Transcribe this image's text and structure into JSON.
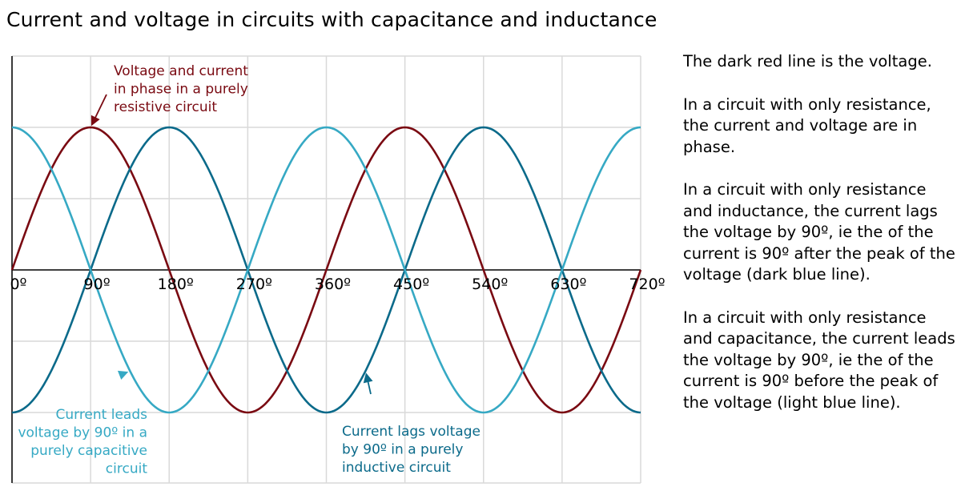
{
  "title": "Current and voltage in circuits with capacitance and inductance",
  "colors": {
    "voltage": "#7a0a12",
    "current_lag": "#0b6a8a",
    "current_lead": "#36a9c4",
    "grid": "#d9d9d9",
    "axis": "#000000"
  },
  "chart_data": {
    "type": "line",
    "title": "",
    "xlabel": "",
    "ylabel": "",
    "xlim": [
      0,
      720
    ],
    "ylim": [
      -1,
      1
    ],
    "grid": true,
    "x_ticks": [
      0,
      90,
      180,
      270,
      360,
      450,
      540,
      630,
      720
    ],
    "x_tick_labels": [
      "0º",
      "90º",
      "180º",
      "270º",
      "360º",
      "450º",
      "540º",
      "630º",
      "720º"
    ],
    "series": [
      {
        "key": "voltage",
        "function": "sin(x)",
        "phase_shift_deg": 0
      },
      {
        "key": "current_lag",
        "function": "sin(x - 90°)",
        "phase_shift_deg": -90
      },
      {
        "key": "current_lead",
        "function": "sin(x + 90°)",
        "phase_shift_deg": 90
      }
    ],
    "annotations": [
      {
        "key": "voltage",
        "lines": [
          "Voltage and current",
          "in phase in a purely",
          "resistive circuit"
        ],
        "points_to": [
          90,
          1
        ]
      },
      {
        "key": "current_lead",
        "lines": [
          "Current leads",
          "voltage by 90º in a",
          "purely capacitive",
          "circuit"
        ],
        "points_to": [
          135,
          -0.71
        ]
      },
      {
        "key": "current_lag",
        "lines": [
          "Current lags voltage",
          "by 90º in a purely",
          "inductive circuit"
        ],
        "points_to": [
          405,
          -0.71
        ]
      }
    ]
  },
  "explanation": [
    "The dark red line is the voltage.",
    "In a circuit with only resistance, the current and voltage are in phase.",
    "In a circuit with only resistance and inductance, the current lags the voltage by 90º, ie the of the current is 90º after the peak of the voltage (dark blue line).",
    "In a circuit with only resistance and capacitance, the current leads the voltage by 90º, ie the of the current is 90º before the peak of the voltage (light blue line)."
  ]
}
